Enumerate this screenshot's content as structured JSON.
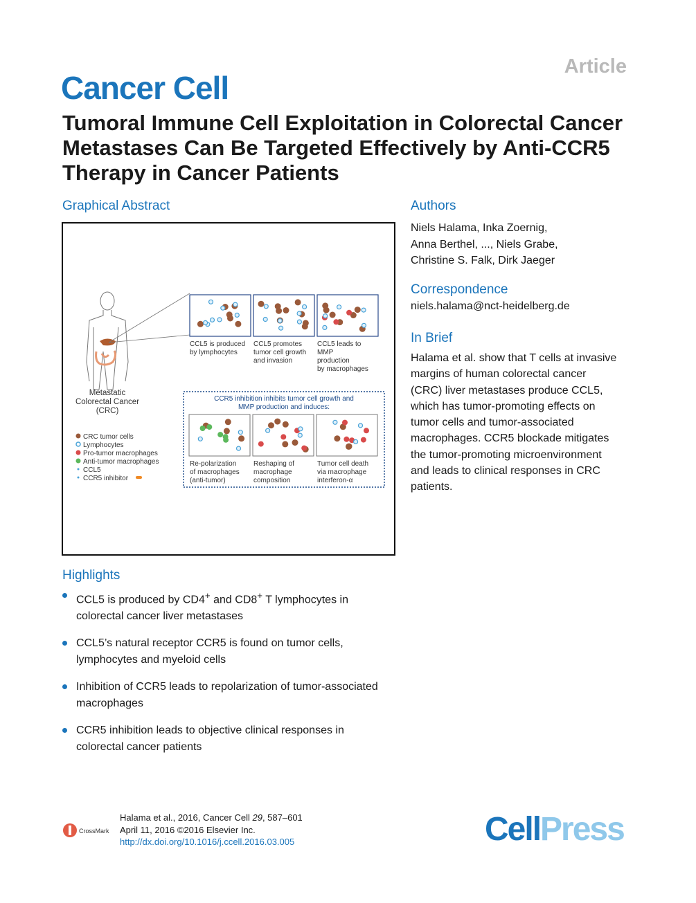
{
  "header": {
    "article_tag": "Article",
    "journal": "Cancer Cell"
  },
  "title": "Tumoral Immune Cell Exploitation in Colorectal Cancer Metastases Can Be Targeted Effectively by Anti-CCR5 Therapy in Cancer Patients",
  "graphical_abstract": {
    "heading": "Graphical Abstract",
    "body_label": [
      "Metastatic",
      "Colorectal Cancer",
      "(CRC)"
    ],
    "top_panels": [
      {
        "caption": [
          "CCL5 is produced",
          "by lymphocytes"
        ]
      },
      {
        "caption": [
          "CCL5 promotes",
          "tumor cell growth",
          "and invasion"
        ]
      },
      {
        "caption": [
          "CCL5 leads to",
          "MMP",
          "production",
          "by macrophages"
        ]
      }
    ],
    "inhibition_title": [
      "CCR5 inhibition inhibits tumor cell growth and",
      "MMP production and induces:"
    ],
    "bottom_panels": [
      {
        "caption": [
          "Re-polarization",
          "of macrophages",
          "(anti-tumor)"
        ]
      },
      {
        "caption": [
          "Reshaping of",
          "macrophage",
          "composition"
        ]
      },
      {
        "caption": [
          "Tumor cell death",
          "via macrophage",
          "interferon-α"
        ]
      }
    ],
    "legend": [
      {
        "label": "CRC tumor cells",
        "color": "#9a5a3a"
      },
      {
        "label": "Lymphocytes",
        "color": "#4aa3d8"
      },
      {
        "label": "Pro-tumor macrophages",
        "color": "#d94b4b"
      },
      {
        "label": "Anti-tumor macrophages",
        "color": "#5cb85c"
      },
      {
        "label": "CCL5",
        "color": "#4aa3d8"
      },
      {
        "label": "CCR5 inhibitor",
        "color": "#f08a24"
      }
    ]
  },
  "authors": {
    "heading": "Authors",
    "lines": [
      "Niels Halama, Inka Zoernig,",
      "Anna Berthel, ..., Niels Grabe,",
      "Christine S. Falk, Dirk Jaeger"
    ]
  },
  "correspondence": {
    "heading": "Correspondence",
    "email": "niels.halama@nct-heidelberg.de"
  },
  "in_brief": {
    "heading": "In Brief",
    "lines": [
      "Halama et al. show that T cells at invasive",
      "margins of human colorectal cancer",
      "(CRC) liver metastases produce CCL5,",
      "which has tumor-promoting effects on",
      "tumor cells and tumor-associated",
      "macrophages. CCR5 blockade mitigates",
      "the tumor-promoting microenvironment",
      "and leads to clinical responses in CRC",
      "patients."
    ]
  },
  "highlights": {
    "heading": "Highlights",
    "items": [
      {
        "pre": "CCL5 is produced by CD4",
        "sup1": "+",
        "mid": " and CD8",
        "sup2": "+",
        "post": " T lymphocytes in colorectal cancer liver metastases"
      },
      {
        "pre": "CCL5’s natural receptor CCR5 is found on tumor cells, lymphocytes and myeloid cells",
        "sup1": "",
        "mid": "",
        "sup2": "",
        "post": ""
      },
      {
        "pre": "Inhibition of CCR5 leads to repolarization of tumor-associated macrophages",
        "sup1": "",
        "mid": "",
        "sup2": "",
        "post": ""
      },
      {
        "pre": "CCR5 inhibition leads to objective clinical responses in colorectal cancer patients",
        "sup1": "",
        "mid": "",
        "sup2": "",
        "post": ""
      }
    ]
  },
  "footer": {
    "citation_authors": "Halama et al., 2016, Cancer Cell ",
    "volume": "29",
    "pages": ", 587–601",
    "date_line": "April 11, 2016 ©2016 Elsevier Inc.",
    "doi": "http://dx.doi.org/10.1016/j.ccell.2016.03.005",
    "crossmark": "CrossMark",
    "publisher_a": "Cell",
    "publisher_b": "Press"
  }
}
